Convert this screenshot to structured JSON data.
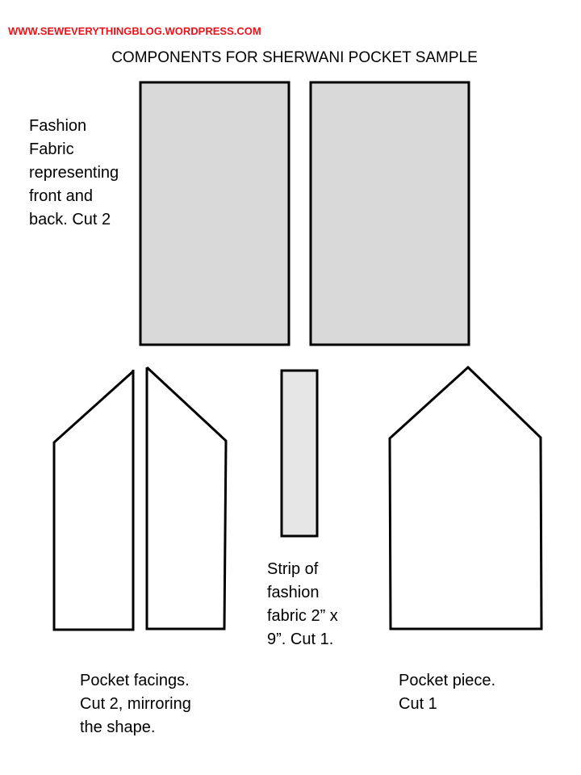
{
  "header": {
    "url": "WWW.SEWEVERYTHINGBLOG.WORDPRESS.COM",
    "title": "COMPONENTS FOR SHERWANI POCKET SAMPLE"
  },
  "colors": {
    "url_red": "#e8141c",
    "fabric_fill": "#d9d9d9",
    "strip_fill": "#e7e6e6",
    "outline": "#000000"
  },
  "components": {
    "fashion_fabric": {
      "lines": [
        "Fashion",
        "Fabric",
        "representing",
        "front and",
        "back. Cut 2"
      ]
    },
    "strip": {
      "lines": [
        "Strip of",
        "fashion",
        "fabric 2” x",
        "9”. Cut 1."
      ]
    },
    "pocket_facings": {
      "lines": [
        "Pocket facings.",
        "Cut 2, mirroring",
        "the shape."
      ]
    },
    "pocket_piece": {
      "lines": [
        "Pocket piece.",
        "Cut 1"
      ]
    }
  }
}
